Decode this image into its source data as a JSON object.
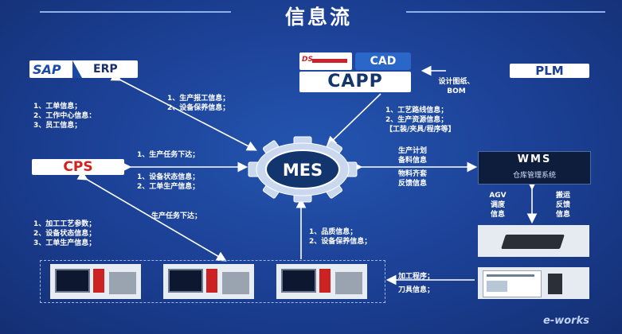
{
  "title": "信息流",
  "nodes": {
    "sap_logo": "SAP",
    "erp": "ERP",
    "cps": "CPS",
    "mes": "MES",
    "cad": "CAD",
    "capp": "CAPP",
    "plm": "PLM",
    "wms": "WMS",
    "wms_sub": "仓库管理系统"
  },
  "labels": {
    "erp_side": [
      "1、工单信息；",
      "2、工作中心信息：",
      "3、员工信息；"
    ],
    "erp_mes": [
      "1、生产报工信息；",
      "2、设备保养信息；"
    ],
    "plm_capp": [
      "设计图纸、",
      "BOM"
    ],
    "capp_mes": [
      "1、工艺路线信息；",
      "2、生产资源信息；",
      "【工装/夹具/程序等】"
    ],
    "cps_mes_top": "1、生产任务下达；",
    "cps_mes_bottom": [
      "1、设备状态信息；",
      "2、工单生产信息；"
    ],
    "mes_wms_top": [
      "生产计划",
      "备料信息"
    ],
    "mes_wms_bottom": [
      "物料齐套",
      "反馈信息"
    ],
    "cps_machines_top": "生产任务下达；",
    "cps_machines_side": [
      "1、加工工艺参数；",
      "2、设备状态信息；",
      "3、工单生产信息；"
    ],
    "machines_mes": [
      "1、品质信息；",
      "2、设备保养信息；"
    ],
    "agv_left": [
      "AGV",
      "调度",
      "信息"
    ],
    "agv_right": [
      "搬运",
      "反馈",
      "信息"
    ],
    "program": [
      "加工程序；",
      "刀具信息；"
    ]
  },
  "watermark": "e-works",
  "colors": {
    "background": "#1b3f93",
    "cps_red": "#d32020",
    "mes_blue": "#12356e",
    "plm_blue": "#1a3f8f"
  }
}
